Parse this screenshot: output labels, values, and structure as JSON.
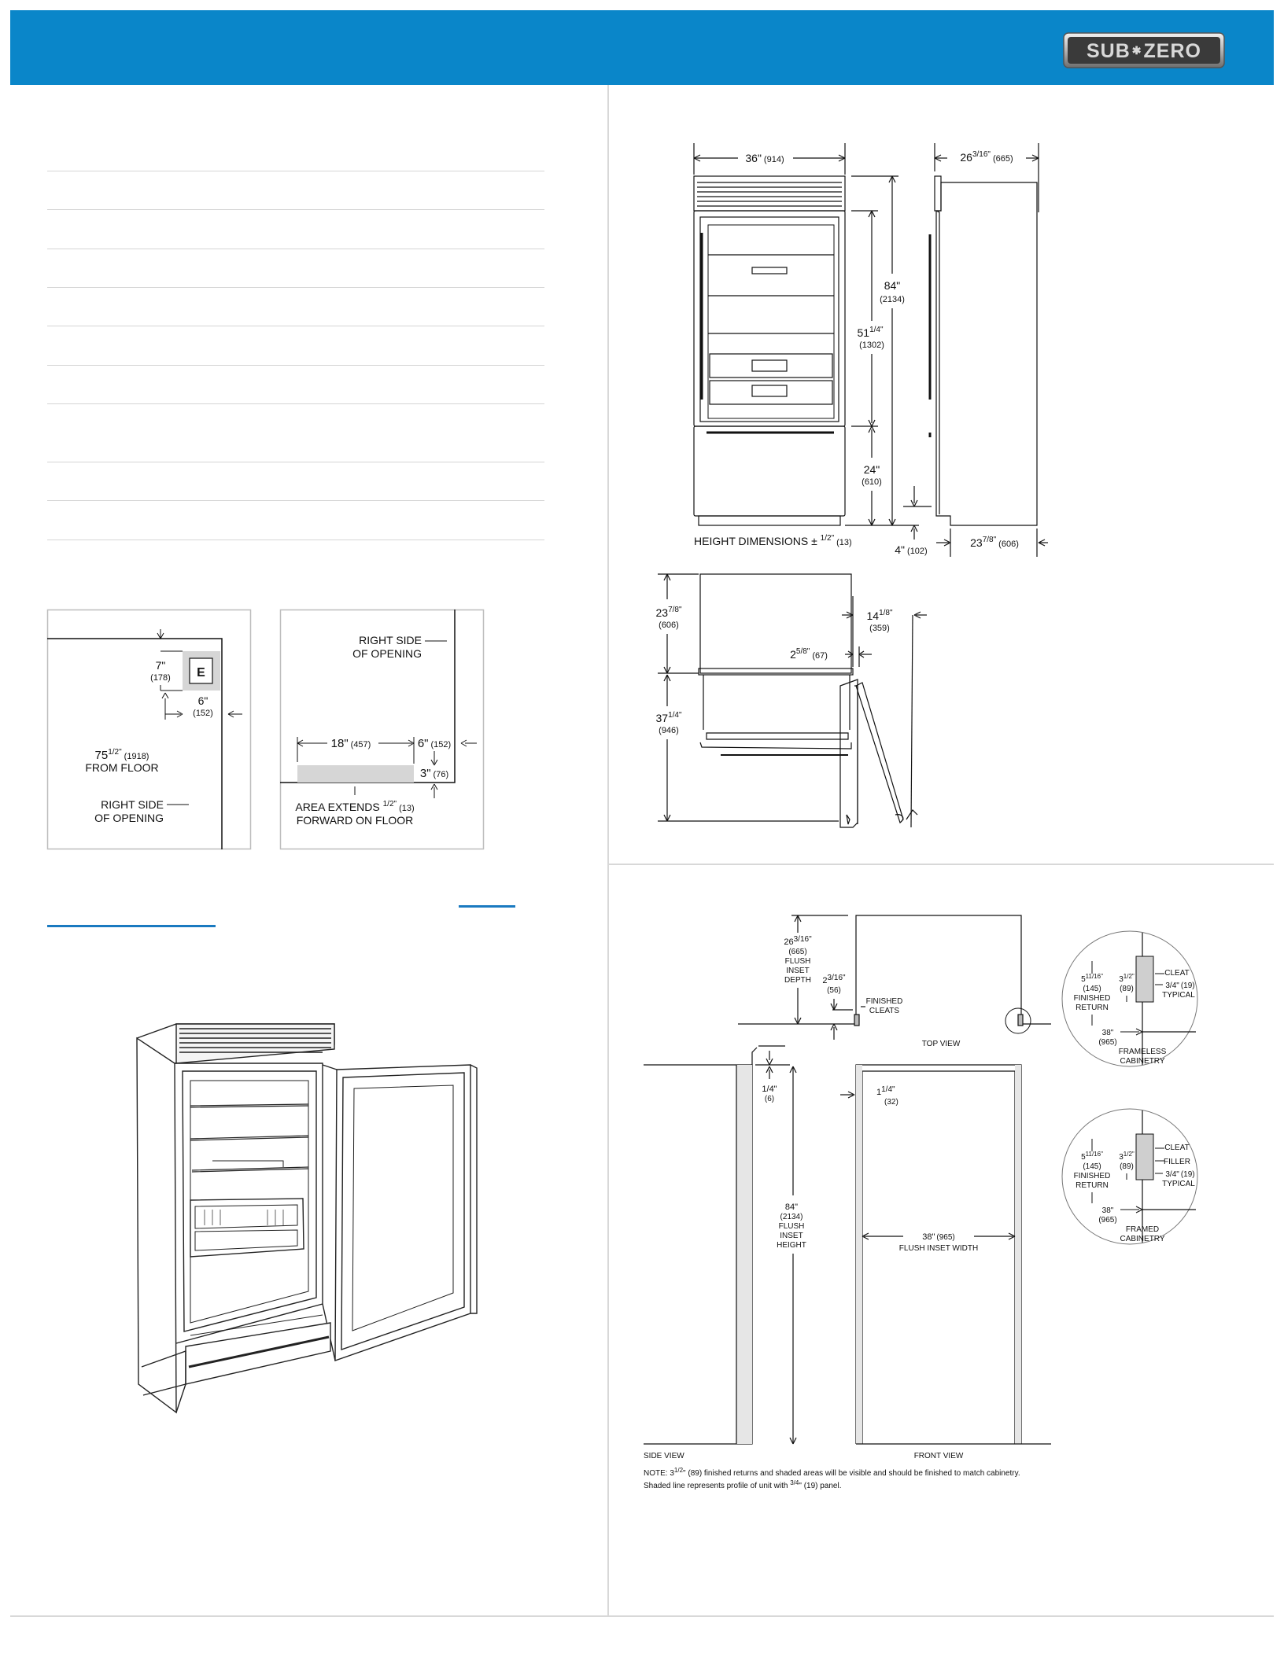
{
  "brand": {
    "logo_text": "SUB ZERO",
    "header_color": "#0a86c9"
  },
  "elevation": {
    "width": "36\"",
    "width_mm": "(914)",
    "depth": "26",
    "depth_frac": "3/16\"",
    "depth_mm": "(665)",
    "height": "84\"",
    "height_mm": "(2134)",
    "upper": "51",
    "upper_frac": "1/4\"",
    "upper_mm": "(1302)",
    "lower": "24\"",
    "lower_mm": "(610)",
    "toe": "4\"",
    "toe_mm": "(102)",
    "side_depth": "23",
    "side_depth_frac": "7/8\"",
    "side_depth_mm": "(606)",
    "tolerance_label": "HEIGHT DIMENSIONS ± ",
    "tolerance_frac": "1/2\"",
    "tolerance_mm": "(13)"
  },
  "door_swing": {
    "cab": "23",
    "cab_frac": "7/8\"",
    "cab_mm": "(606)",
    "swing": "37",
    "swing_frac": "1/4\"",
    "swing_mm": "(946)",
    "clear": "14",
    "clear_frac": "1/8\"",
    "clear_mm": "(359)",
    "offset": "2",
    "offset_frac": "5/8\"",
    "offset_mm": "(67)"
  },
  "electrical": {
    "box": "E",
    "a": "7\"",
    "a_mm": "(178)",
    "b": "6\"",
    "b_mm": "(152)",
    "c": "75",
    "c_frac": "1/2\"",
    "c_mm": "(1918)",
    "c_note": "FROM FLOOR",
    "side_1": "RIGHT SIDE",
    "side_2": "OF OPENING"
  },
  "water": {
    "side_1": "RIGHT SIDE",
    "side_2": "OF OPENING",
    "w": "18\"",
    "w_mm": "(457)",
    "r": "6\"",
    "r_mm": "(152)",
    "h": "3\"",
    "h_mm": "(76)",
    "note_1": "AREA EXTENDS ",
    "note_frac": "1/2\"",
    "note_mm": "(13)",
    "note_2": "FORWARD ON FLOOR"
  },
  "flush": {
    "depth": "26",
    "depth_frac": "3/16\"",
    "depth_mm": "(665)",
    "depth_l1": "FLUSH",
    "depth_l2": "INSET",
    "depth_l3": "DEPTH",
    "cleat_dim": "2",
    "cleat_frac": "3/16\"",
    "cleat_mm": "(56)",
    "finished_1": "FINISHED",
    "finished_2": "CLEATS",
    "top_view": "TOP VIEW",
    "quarter": "1/4\"",
    "quarter_mm": "(6)",
    "reveal": "1",
    "reveal_frac": "1/4\"",
    "reveal_mm": "(32)",
    "height": "84\"",
    "height_mm": "(2134)",
    "height_l1": "FLUSH",
    "height_l2": "INSET",
    "height_l3": "HEIGHT",
    "width": "38\"",
    "width_mm": "(965)",
    "width_label": "FLUSH INSET WIDTH",
    "side_view": "SIDE VIEW",
    "front_view": "FRONT VIEW",
    "note_1": "NOTE: 3",
    "note_1_frac": "1/2",
    "note_1_rest": "\" (89) finished returns and shaded areas will be visible and should be finished to match cabinetry.",
    "note_2": "Shaded line represents profile of unit with ",
    "note_2_frac": "3/4",
    "note_2_rest": "\" (19) panel."
  },
  "detail_frameless": {
    "ret": "5",
    "ret_frac": "11/16\"",
    "ret_mm": "(145)",
    "ret_l1": "FINISHED",
    "ret_l2": "RETURN",
    "cleat_dim": "3",
    "cleat_frac": "1/2\"",
    "cleat_mm": "(89)",
    "cleat": "CLEAT",
    "typ": "3/4\"",
    "typ_mm": "(19)",
    "typical": "TYPICAL",
    "w": "38\"",
    "w_mm": "(965)",
    "name_1": "FRAMELESS",
    "name_2": "CABINETRY"
  },
  "detail_framed": {
    "ret": "5",
    "ret_frac": "11/16\"",
    "ret_mm": "(145)",
    "ret_l1": "FINISHED",
    "ret_l2": "RETURN",
    "cleat_dim": "3",
    "cleat_frac": "1/2\"",
    "cleat_mm": "(89)",
    "cleat": "CLEAT",
    "filler": "FILLER",
    "typ": "3/4\"",
    "typ_mm": "(19)",
    "typical": "TYPICAL",
    "w": "38\"",
    "w_mm": "(965)",
    "name_1": "FRAMED",
    "name_2": "CABINETRY"
  }
}
